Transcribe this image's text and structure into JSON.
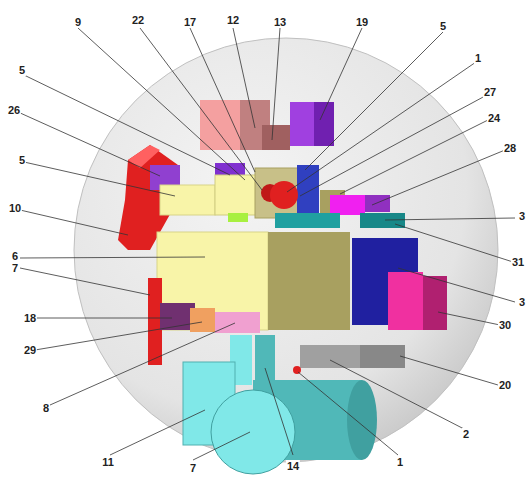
{
  "diagram": {
    "labels": [
      "9",
      "22",
      "17",
      "12",
      "13",
      "19",
      "5",
      "1",
      "5",
      "27",
      "26",
      "24",
      "28",
      "5",
      "3",
      "10",
      "6",
      "31",
      "7",
      "3",
      "30",
      "18",
      "20",
      "29",
      "2",
      "8",
      "11",
      "1",
      "14",
      "7"
    ]
  }
}
